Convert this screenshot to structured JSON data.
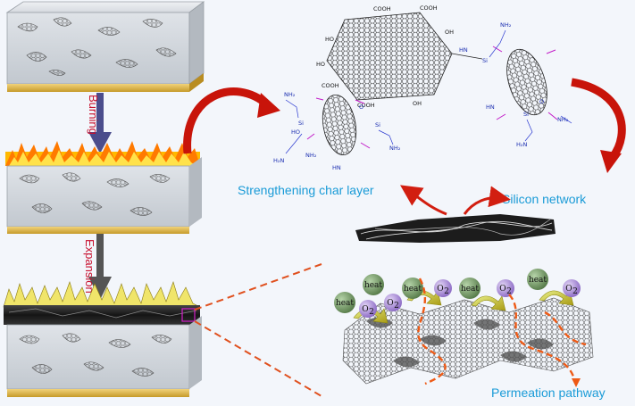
{
  "labels": {
    "burning": "Burning",
    "expansion": "Expansion",
    "char_layer": "Strengthening char layer",
    "silicon_network": "Silicon network",
    "permeation": "Permeation pathway",
    "heat": "heat",
    "oxygen": "O",
    "oxygen_sub": "2"
  },
  "chem": {
    "cooh": "COOH",
    "ho": "HO",
    "oh": "OH",
    "nh2": "NH₂",
    "h2n": "H₂N",
    "si": "Si",
    "hn": "HN",
    "nh": "NH",
    "o": "O",
    "c": "C",
    "h2": "H₂"
  },
  "colors": {
    "accent_blue": "#1a9bd7",
    "label_red": "#c8102e",
    "arrow_red": "#d21e10",
    "heat_ball": "#6e9960",
    "oxygen_ball": "#a98bd6",
    "gold_base": "#d9b24a",
    "flame_yellow": "#ffd21e",
    "flame_orange": "#ff7a00",
    "char_black": "#1c1c1c",
    "silane_blue": "#2a39d0",
    "silane_magenta": "#c21bc8"
  }
}
